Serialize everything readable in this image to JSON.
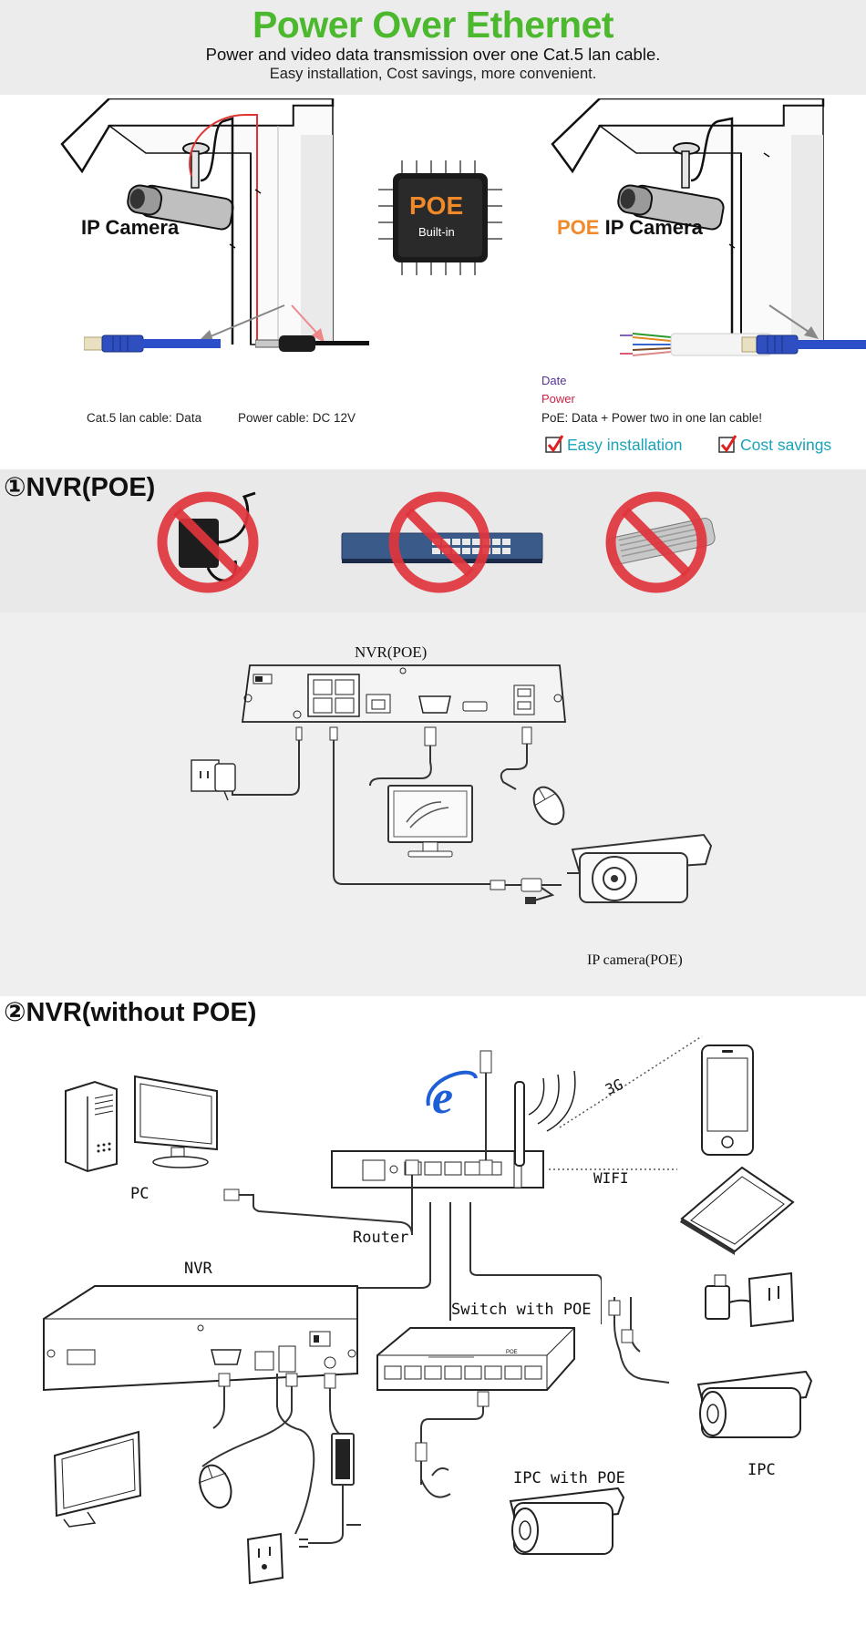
{
  "header": {
    "title": "Power Over Ethernet",
    "subtitle_1": "Power and video data transmission over one Cat.5 lan cable.",
    "subtitle_2": "Easy installation, Cost savings, more convenient."
  },
  "comparison": {
    "left_camera_label": "IP Camera",
    "chip_label": "POE",
    "chip_sublabel": "Built-in",
    "right_camera_label_accent": "POE",
    "right_camera_label_rest": " IP Camera",
    "cat5_caption": "Cat.5 lan cable: Data",
    "power_caption": "Power cable: DC 12V",
    "wire_date_label": "Date",
    "wire_power_label": "Power",
    "poe_caption": "PoE: Data + Power two in one lan cable!",
    "benefit_1": "Easy installation",
    "benefit_2": "Cost savings"
  },
  "section_1": {
    "title": "①NVR(POE)",
    "nvr_label": "NVR(POE)",
    "camera_label": "IP camera(POE)"
  },
  "section_2": {
    "title": "②NVR(without POE)",
    "pc_label": "PC",
    "router_label": "Router",
    "nvr_label": "NVR",
    "switch_label": "Switch with POE",
    "ipc_poe_label": "IPC with POE",
    "ipc_label": "IPC",
    "wifi_label": "WIFI",
    "label_3g": "3G",
    "switch_brand_text": "POE"
  },
  "colors": {
    "title_green": "#4cb82e",
    "accent_orange": "#f0892a",
    "benefit_teal": "#1aa3b8",
    "check_red": "#e02020",
    "no_sign_red": "#e0343c",
    "cable_blue": "#2a4fc8",
    "ie_blue": "#1f5fd6"
  },
  "icons": [
    "ip-camera-icon",
    "poe-chip-icon",
    "rj45-connector-icon",
    "dc-plug-icon",
    "checkbox-icon",
    "power-adapter-icon",
    "network-switch-icon",
    "injector-icon",
    "no-sign-icon",
    "nvr-icon",
    "monitor-icon",
    "mouse-icon",
    "wall-socket-icon",
    "pc-tower-icon",
    "router-icon",
    "internet-explorer-icon",
    "smartphone-icon",
    "laptop-icon",
    "bullet-camera-icon"
  ]
}
